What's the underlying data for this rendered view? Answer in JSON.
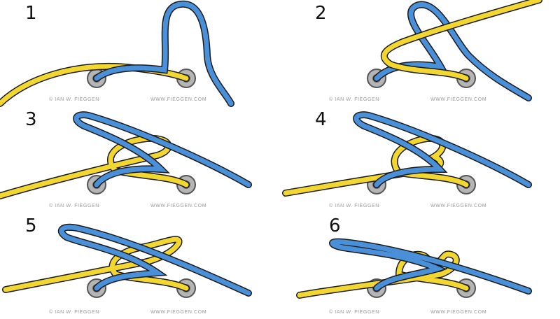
{
  "steps": [
    {
      "number": "1",
      "credit_left": "© IAN W. FIEGGEN",
      "credit_right": "WWW.FIEGGEN.COM"
    },
    {
      "number": "2",
      "credit_left": "© IAN W. FIEGGEN",
      "credit_right": "WWW.FIEGGEN.COM"
    },
    {
      "number": "3",
      "credit_left": "© IAN W. FIEGGEN",
      "credit_right": "WWW.FIEGGEN.COM"
    },
    {
      "number": "4",
      "credit_left": "© IAN W. FIEGGEN",
      "credit_right": "WWW.FIEGGEN.COM"
    },
    {
      "number": "5",
      "credit_left": "© IAN W. FIEGGEN",
      "credit_right": "WWW.FIEGGEN.COM"
    },
    {
      "number": "6",
      "credit_left": "© IAN W. FIEGGEN",
      "credit_right": "WWW.FIEGGEN.COM"
    }
  ],
  "colors": {
    "lace_yellow": "#f2d730",
    "lace_blue": "#4a90d9",
    "outline": "#1a1a1a",
    "eyelet": "#b5b5b5",
    "eyelet_rim": "#7a7a7a"
  }
}
